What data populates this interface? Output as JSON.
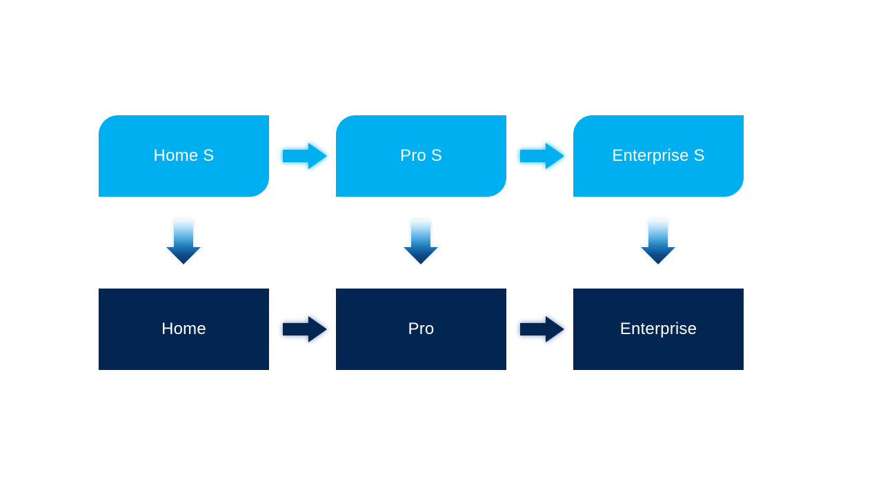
{
  "background": "#FFFFFF",
  "palette": {
    "top_node_fill": "#00AFF0",
    "bottom_node_fill": "#032552",
    "node_text_color": "#FFFFFF",
    "blue_arrow_fill": "#00AFF0",
    "navy_arrow_fill": "#032552",
    "down_arrow_gradient_top": "#F4FBFF",
    "down_arrow_gradient_mid": "#2380BE",
    "down_arrow_gradient_bottom": "#13305E"
  },
  "icons": {
    "horizontal_connector": "right-arrow",
    "vertical_connector": "down-arrow"
  },
  "diagram": {
    "type": "process-flow",
    "top_row": [
      {
        "label": "Home S"
      },
      {
        "label": "Pro S"
      },
      {
        "label": "Enterprise S"
      }
    ],
    "bottom_row": [
      {
        "label": "Home"
      },
      {
        "label": "Pro"
      },
      {
        "label": "Enterprise"
      }
    ]
  }
}
